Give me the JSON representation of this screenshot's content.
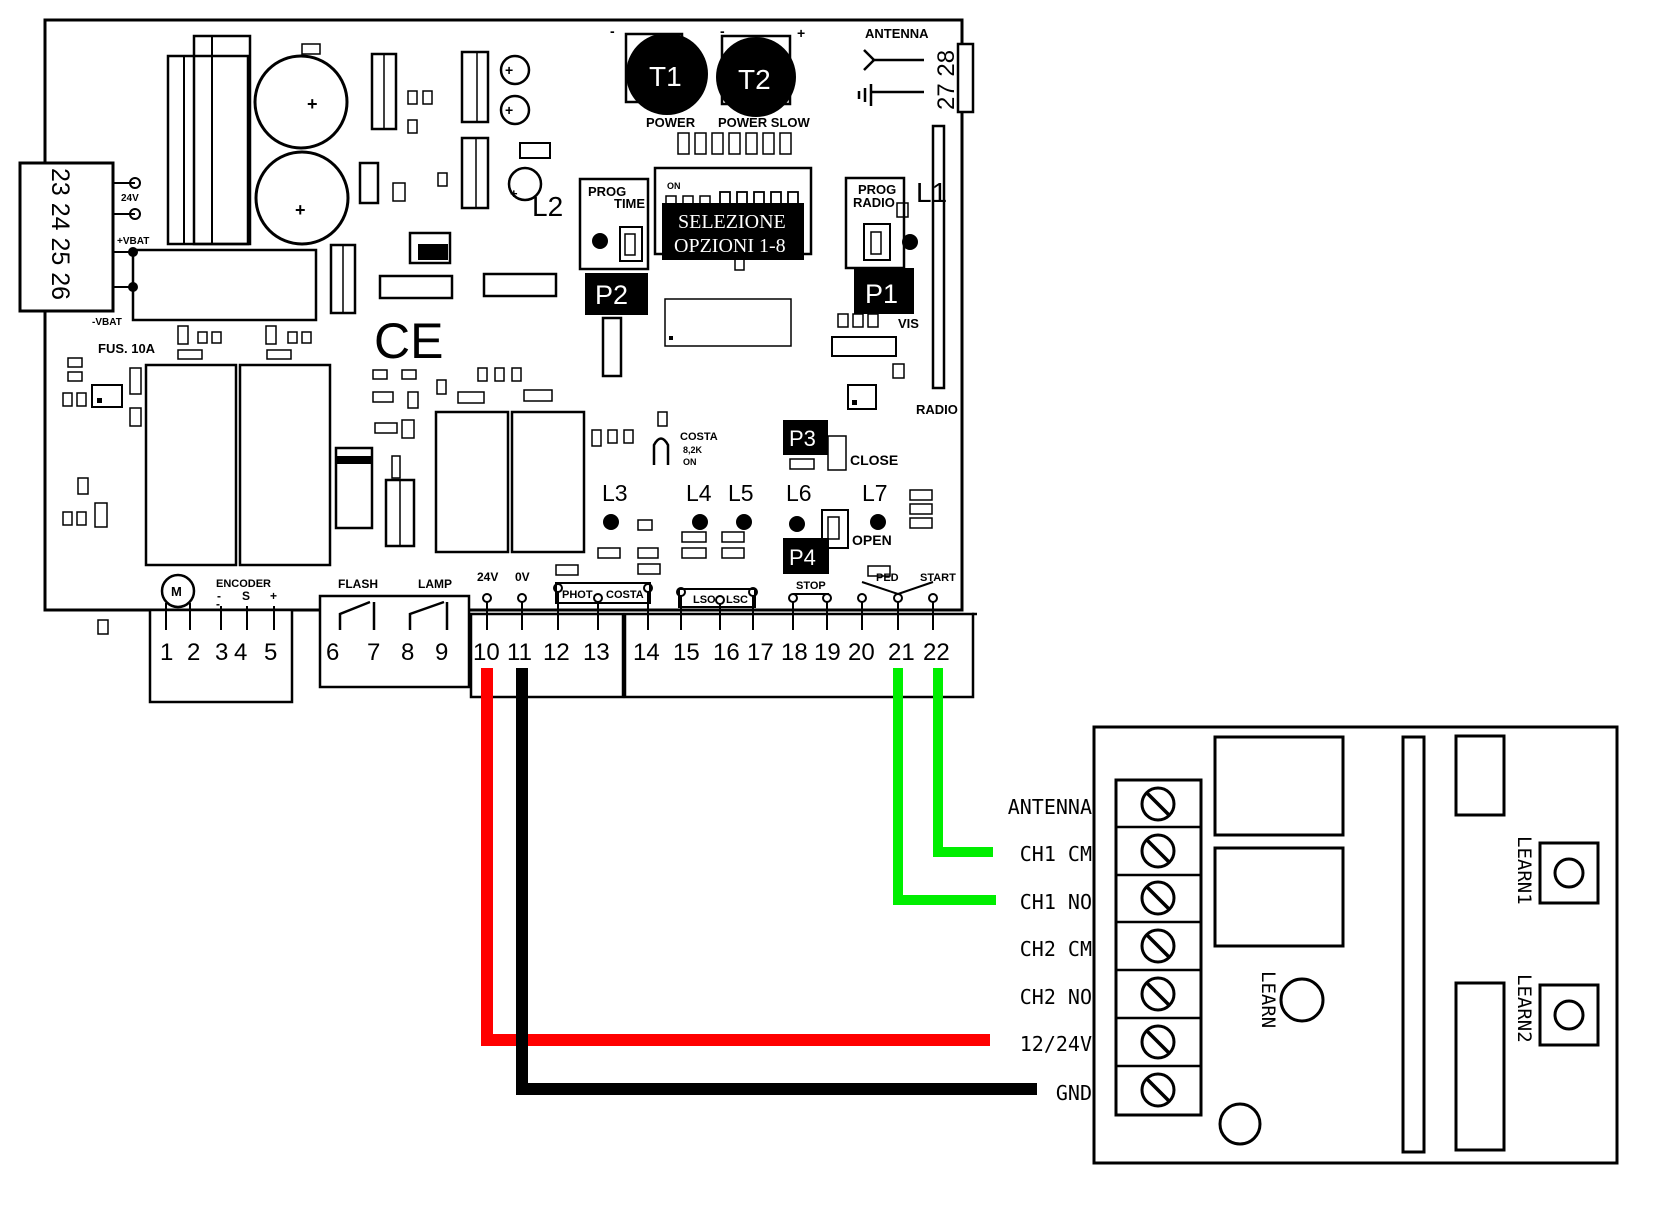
{
  "board": {
    "trimmers": [
      {
        "name": "T1",
        "label": "POWER"
      },
      {
        "name": "T2",
        "label": "POWER SLOW"
      }
    ],
    "antenna_label": "ANTENNA",
    "antenna_terminals": "27 28",
    "side_terminals": "23 24 25 26",
    "side_labels": {
      "v24": "24V",
      "vbat_plus": "+VBAT",
      "vbat_minus": "-VBAT"
    },
    "fuse": "FUS. 10A",
    "ce": "CE",
    "prog_time": {
      "line1": "PROG",
      "line2": "TIME"
    },
    "prog_radio": {
      "line1": "PROG",
      "line2": "RADIO"
    },
    "dip_on": "ON",
    "options_box": {
      "line1": "SELEZIONE",
      "line2": "OPZIONI 1-8"
    },
    "buttons": {
      "p1": "P1",
      "p2": "P2",
      "p3": "P3",
      "p4": "P4"
    },
    "leds": {
      "l1": "L1",
      "l2": "L2",
      "l3": "L3",
      "l4": "L4",
      "l5": "L5",
      "l6": "L6",
      "l7": "L7"
    },
    "misc": {
      "vis": "VIS",
      "radio": "RADIO",
      "close": "CLOSE",
      "open": "OPEN",
      "costa_line1": "COSTA",
      "costa_line2": "8,2K",
      "costa_line3": "ON"
    },
    "group_labels": {
      "encoder": "ENCODER",
      "enc_minus": "-",
      "enc_s": "S",
      "enc_plus": "+",
      "motor": "M",
      "flash": "FLASH",
      "lamp": "LAMP",
      "v24": "24V",
      "v0": "0V",
      "phot": "PHOT",
      "costa": "COSTA",
      "lso": "LSO",
      "lsc": "LSC",
      "stop": "STOP",
      "ped": "PED",
      "start": "START"
    },
    "terminals": [
      "1",
      "2",
      "3",
      "4",
      "5",
      "6",
      "7",
      "8",
      "9",
      "10",
      "11",
      "12",
      "13",
      "14",
      "15",
      "16",
      "17",
      "18",
      "19",
      "20",
      "21",
      "22"
    ]
  },
  "receiver": {
    "pins": [
      "ANTENNA",
      "CH1 CM",
      "CH1 NO",
      "CH2 CM",
      "CH2 NO",
      "12/24V",
      "GND"
    ],
    "learn1": "LEARN1",
    "learn2": "LEARN2",
    "learn": "LEARN"
  },
  "wires": [
    {
      "from": "10",
      "to": "12/24V",
      "color": "#ff0000"
    },
    {
      "from": "11",
      "to": "GND",
      "color": "#000000"
    },
    {
      "from": "21",
      "to": "CH1 NO",
      "color": "#00ee00"
    },
    {
      "from": "22",
      "to": "CH1 CM",
      "color": "#00ee00"
    }
  ]
}
